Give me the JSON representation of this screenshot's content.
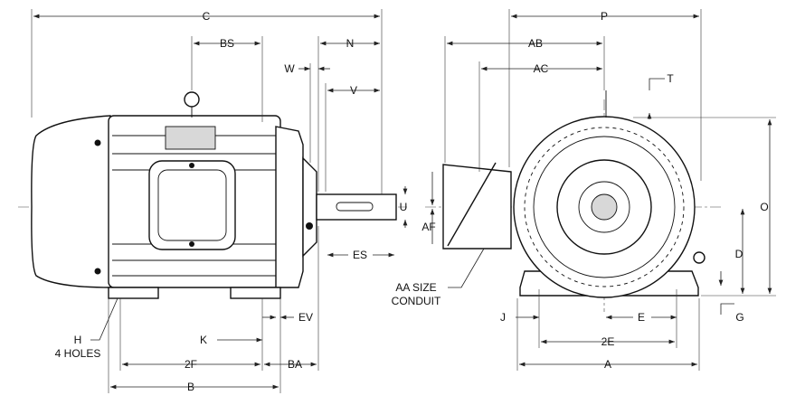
{
  "dimensions": {
    "C": "C",
    "BS": "BS",
    "N": "N",
    "W": "W",
    "V": "V",
    "P": "P",
    "AB": "AB",
    "AC": "AC",
    "T": "T",
    "O": "O",
    "U": "U",
    "AF": "AF",
    "ES": "ES",
    "D": "D",
    "G": "G",
    "J": "J",
    "E": "E",
    "2E": "2E",
    "A": "A",
    "K": "K",
    "EV": "EV",
    "2F": "2F",
    "BA": "BA",
    "B": "B"
  },
  "notes": {
    "conduit_line1": "AA SIZE",
    "conduit_line2": "CONDUIT",
    "holes_line1": "H",
    "holes_line2": "4 HOLES"
  }
}
